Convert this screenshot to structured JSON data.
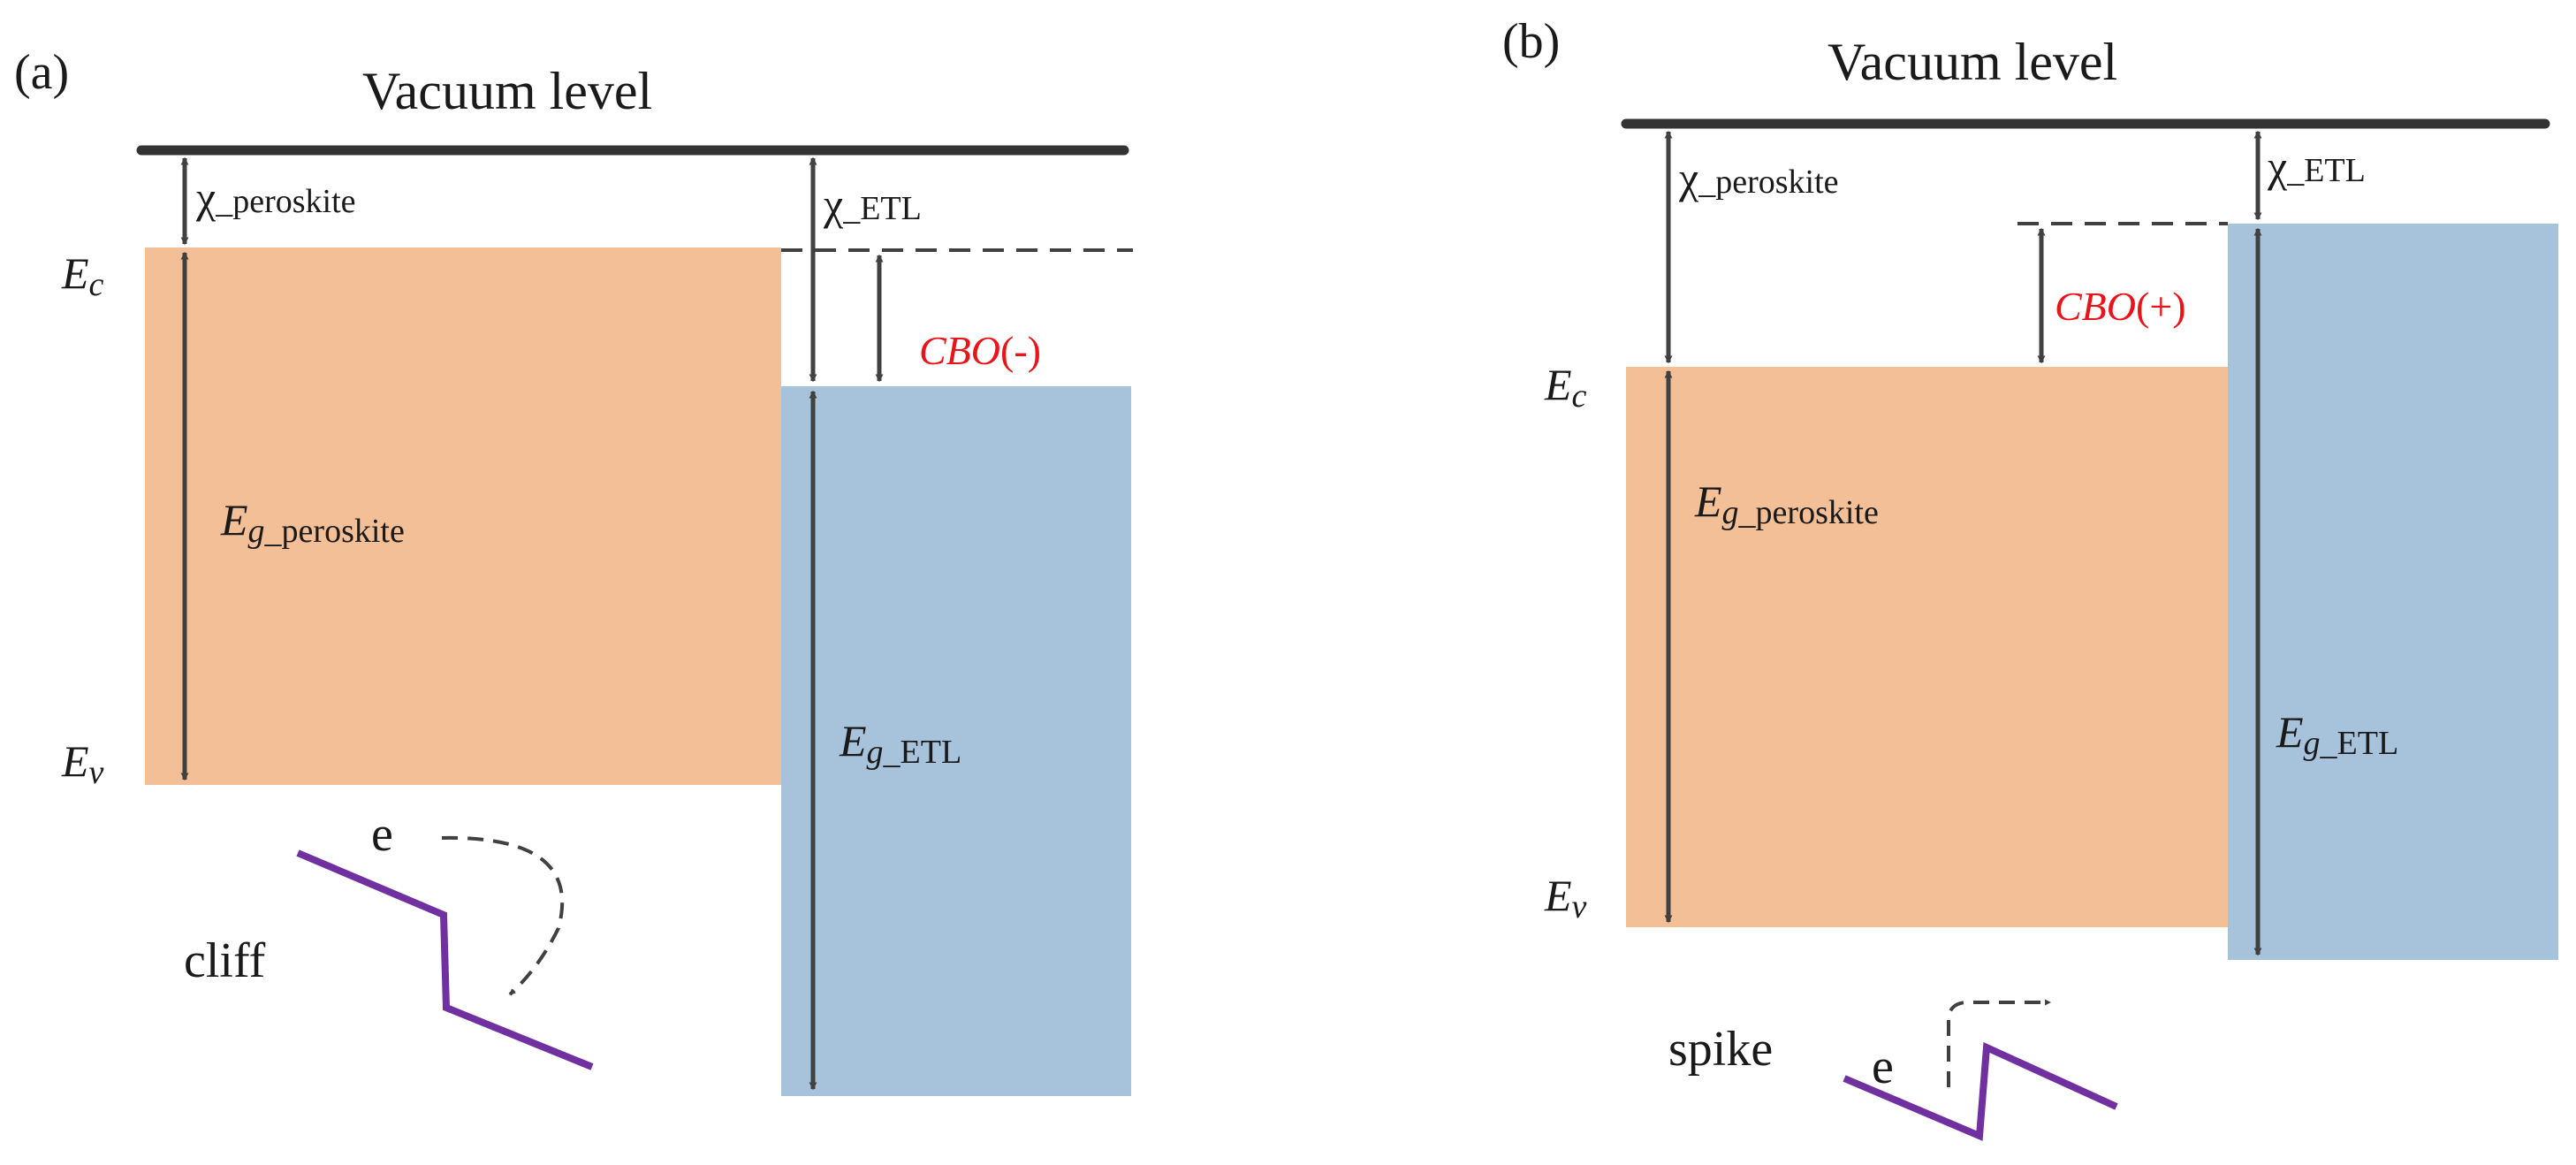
{
  "colors": {
    "perovskite": "#f2bf97",
    "etl": "#a7c3dc",
    "line": "#404040",
    "cbo": "#e8141a",
    "band_path": "#7030a0"
  },
  "panel_a": {
    "label": "(a)",
    "title": "Vacuum level",
    "chi_perovskite": {
      "sym": "χ",
      "sub": "_peroskite"
    },
    "chi_etl": {
      "sym": "χ",
      "sub": "_ETL"
    },
    "ec": {
      "main": "E",
      "sub": "c"
    },
    "ev": {
      "main": "E",
      "sub": "v"
    },
    "eg_perovskite": {
      "main": "E",
      "sub_i": "g",
      "sub": "_peroskite"
    },
    "eg_etl": {
      "main": "E",
      "sub_i": "g",
      "sub": "_ETL"
    },
    "cbo": {
      "main": "CBO",
      "sign": "(-)"
    },
    "electron": "e",
    "feature": "cliff"
  },
  "panel_b": {
    "label": "(b)",
    "title": "Vacuum level",
    "chi_perovskite": {
      "sym": "χ",
      "sub": "_peroskite"
    },
    "chi_etl": {
      "sym": "χ",
      "sub": "_ETL"
    },
    "ec": {
      "main": "E",
      "sub": "c"
    },
    "ev": {
      "main": "E",
      "sub": "v"
    },
    "eg_perovskite": {
      "main": "E",
      "sub_i": "g",
      "sub": "_peroskite"
    },
    "eg_etl": {
      "main": "E",
      "sub_i": "g",
      "sub": "_ETL"
    },
    "cbo": {
      "main": "CBO",
      "sign": "(+)"
    },
    "electron": "e",
    "feature": "spike"
  }
}
